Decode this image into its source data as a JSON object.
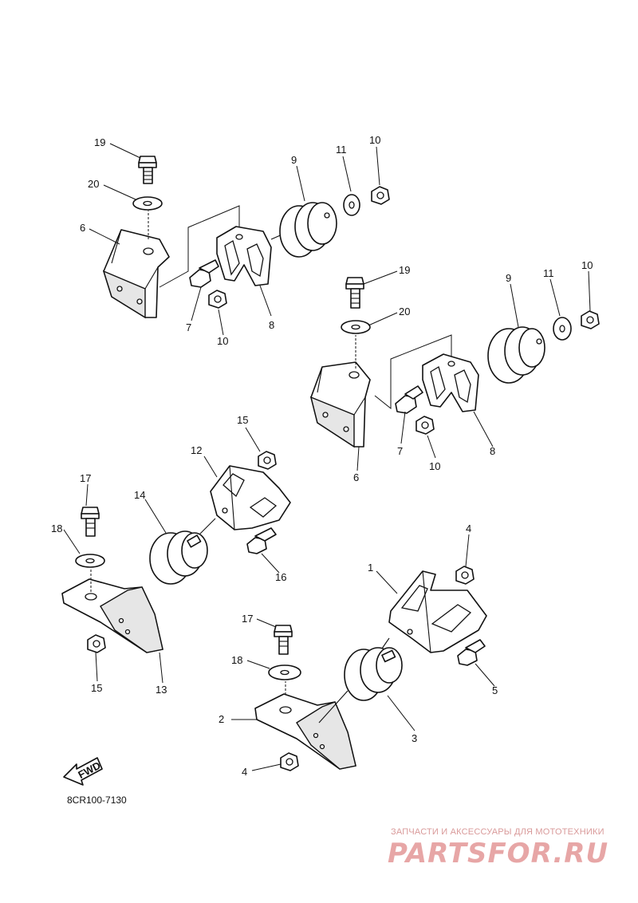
{
  "drawing_code": "8CR100-7130",
  "fwd_label": "FWD",
  "watermark": {
    "tagline": "ЗАПЧАСТИ И АКСЕССУАРЫ ДЛЯ МОТОТЕХНИКИ",
    "logo": "PARTSFOR.RU"
  },
  "callouts": {
    "c19a": "19",
    "c20a": "20",
    "c6a": "6",
    "c7a": "7",
    "c10a": "10",
    "c8a": "8",
    "c9a": "9",
    "c11a": "11",
    "c10b": "10",
    "c19b": "19",
    "c20b": "20",
    "c9b": "9",
    "c11b": "11",
    "c10c": "10",
    "c7b": "7",
    "c10d": "10",
    "c8b": "8",
    "c6b": "6",
    "c15a": "15",
    "c12": "12",
    "c17a": "17",
    "c14": "14",
    "c18a": "18",
    "c16": "16",
    "c15b": "15",
    "c13": "13",
    "c4a": "4",
    "c1": "1",
    "c17b": "17",
    "c18b": "18",
    "c5": "5",
    "c2": "2",
    "c3": "3",
    "c4b": "4"
  }
}
